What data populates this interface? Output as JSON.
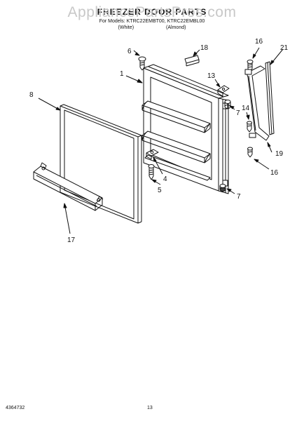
{
  "watermark": "AppliancePartsPros.com",
  "header": {
    "title": "FREEZER DOOR PARTS",
    "models_line": "For Models: KTRC22EMBT00, KTRC22EMBL00",
    "color_1": "(White)",
    "color_2": "(Almond)"
  },
  "callouts": {
    "c1": "1",
    "c4": "4",
    "c5": "5",
    "c6": "6",
    "c7a": "7",
    "c7b": "7",
    "c8": "8",
    "c13": "13",
    "c14": "14",
    "c16a": "16",
    "c16b": "16",
    "c17": "17",
    "c18": "18",
    "c19": "19",
    "c21": "21"
  },
  "footer": {
    "doc_number": "4364732",
    "page_number": "13"
  }
}
